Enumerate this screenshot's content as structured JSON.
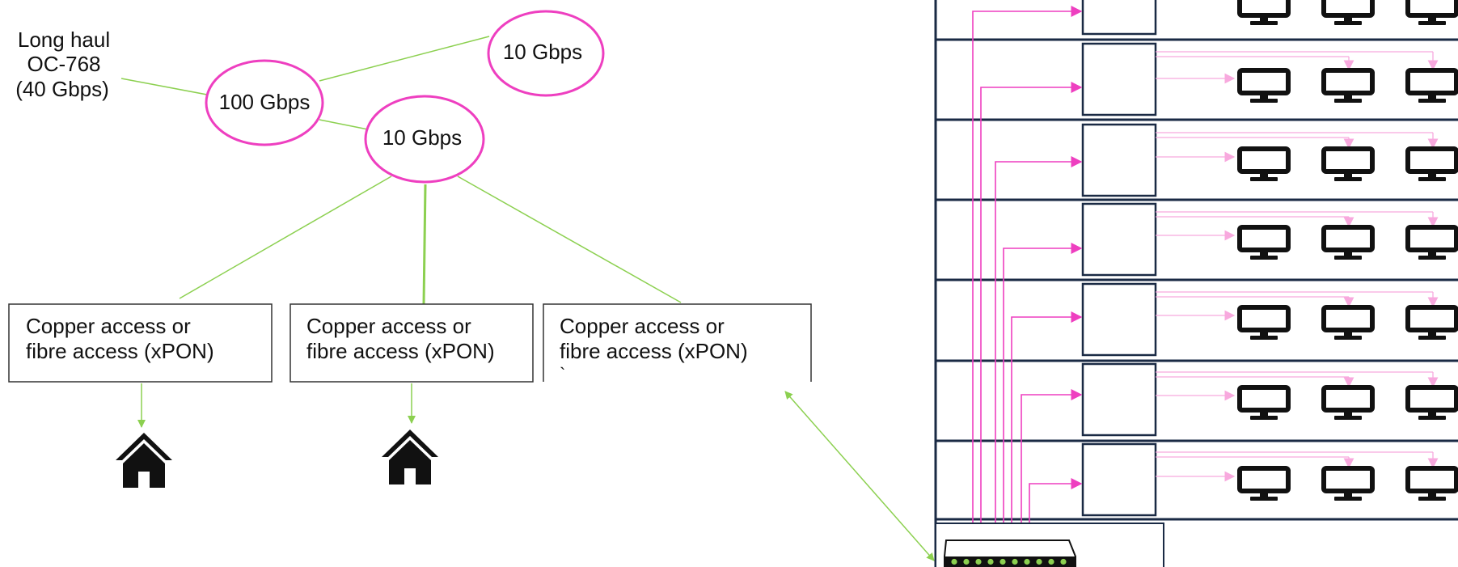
{
  "colors": {
    "magenta": "#ee3fc0",
    "light_pink": "#f8a9de",
    "green": "#8cd050",
    "navy": "#1a2a44",
    "black": "#111111"
  },
  "core": {
    "long_haul": {
      "line1": "Long haul",
      "line2": "OC-768",
      "line3": "(40 Gbps)"
    },
    "nodes": [
      {
        "label": "100 Gbps"
      },
      {
        "label": "10 Gbps"
      },
      {
        "label": "10 Gbps"
      }
    ]
  },
  "access": {
    "boxes": [
      {
        "line1": "Copper access or",
        "line2": "fibre access (xPON)"
      },
      {
        "line1": "Copper access or",
        "line2": "fibre access (xPON)"
      },
      {
        "line1": "Copper access or",
        "line2": "fibre access (xPON)",
        "line3": "`"
      }
    ]
  },
  "icons": {
    "house": "house-icon",
    "monitor": "monitor-icon",
    "switch": "switch-icon"
  },
  "building": {
    "floors": 7,
    "monitors_per_floor": 3
  }
}
